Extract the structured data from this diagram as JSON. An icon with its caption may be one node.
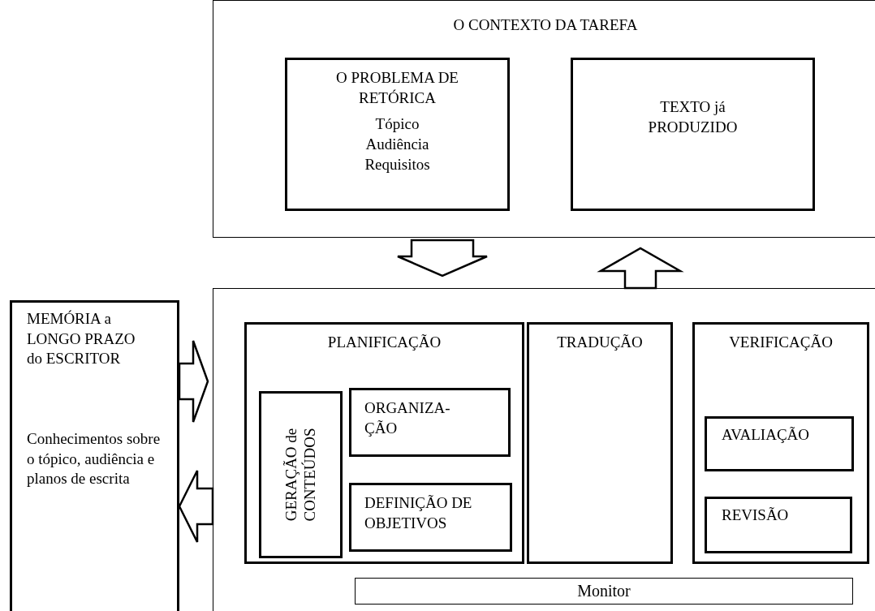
{
  "diagram": {
    "nodes": [
      {
        "text": [
          "O CONTEXTO DA TAREFA"
        ]
      },
      {
        "text": [
          "O PROBLEMA DE RETÓRICA",
          "Tópico Audiência Requisitos"
        ],
        "in": 0
      },
      {
        "text": [
          "TEXTO já PRODUZIDO"
        ],
        "in": 0
      },
      {
        "text": [
          "MEMÓRIA a LONGO PRAZO do ESCRITOR",
          "Conhecimentos sobre o tópico, audiência e planos de escrita"
        ]
      },
      {
        "text": [],
        "shape": "box"
      },
      {
        "text": [
          "PLANIFICAÇÃO"
        ],
        "in": 4
      },
      {
        "text": [
          "GERAÇÃO de CONTEÚDOS"
        ],
        "in": 5
      },
      {
        "text": [
          "ORGANIZA- ÇÃO"
        ],
        "in": 5
      },
      {
        "text": [
          "DEFINIÇÃO DE OBJETIVOS"
        ],
        "in": 5
      },
      {
        "text": [
          "TRADUÇÃO"
        ],
        "in": 4
      },
      {
        "text": [
          "VERIFICAÇÃO"
        ],
        "in": 4
      },
      {
        "text": [
          "AVALIAÇÃO"
        ],
        "in": 10
      },
      {
        "text": [
          "REVISÃO"
        ],
        "in": 10
      },
      {
        "text": [
          "Monitor"
        ],
        "in": 4
      }
    ],
    "edges": [
      {
        "from": 0,
        "to": 4,
        "arrow": "to"
      },
      {
        "from": 4,
        "to": 0,
        "arrow": "to"
      },
      {
        "from": 3,
        "to": 4,
        "arrow": "to"
      },
      {
        "from": 4,
        "to": 3,
        "arrow": "to"
      }
    ]
  }
}
